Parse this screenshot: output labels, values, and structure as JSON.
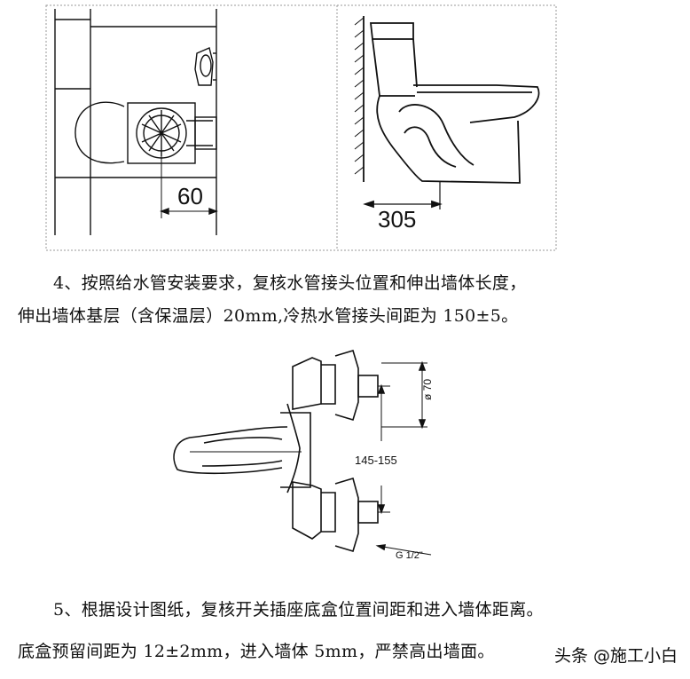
{
  "figure1": {
    "dim_60": "60",
    "dim_305": "305"
  },
  "paragraph4": {
    "line1": "4、按照给水管安装要求，复核水管接头位置和伸出墙体长度，",
    "line2": "伸出墙体基层（含保温层）20mm,冷热水管接头间距为 150±5。"
  },
  "figure2": {
    "dim_diameter": "ø 70",
    "dim_spacing": "145-155",
    "dim_thread": "G 1/2\""
  },
  "paragraph5": {
    "line1": "5、根据设计图纸，复核开关插座底盒位置间距和进入墙体距离。",
    "line2": "底盒预留间距为 12±2mm，进入墙体 5mm，严禁高出墙面。"
  },
  "watermark": "头条 @施工小白"
}
